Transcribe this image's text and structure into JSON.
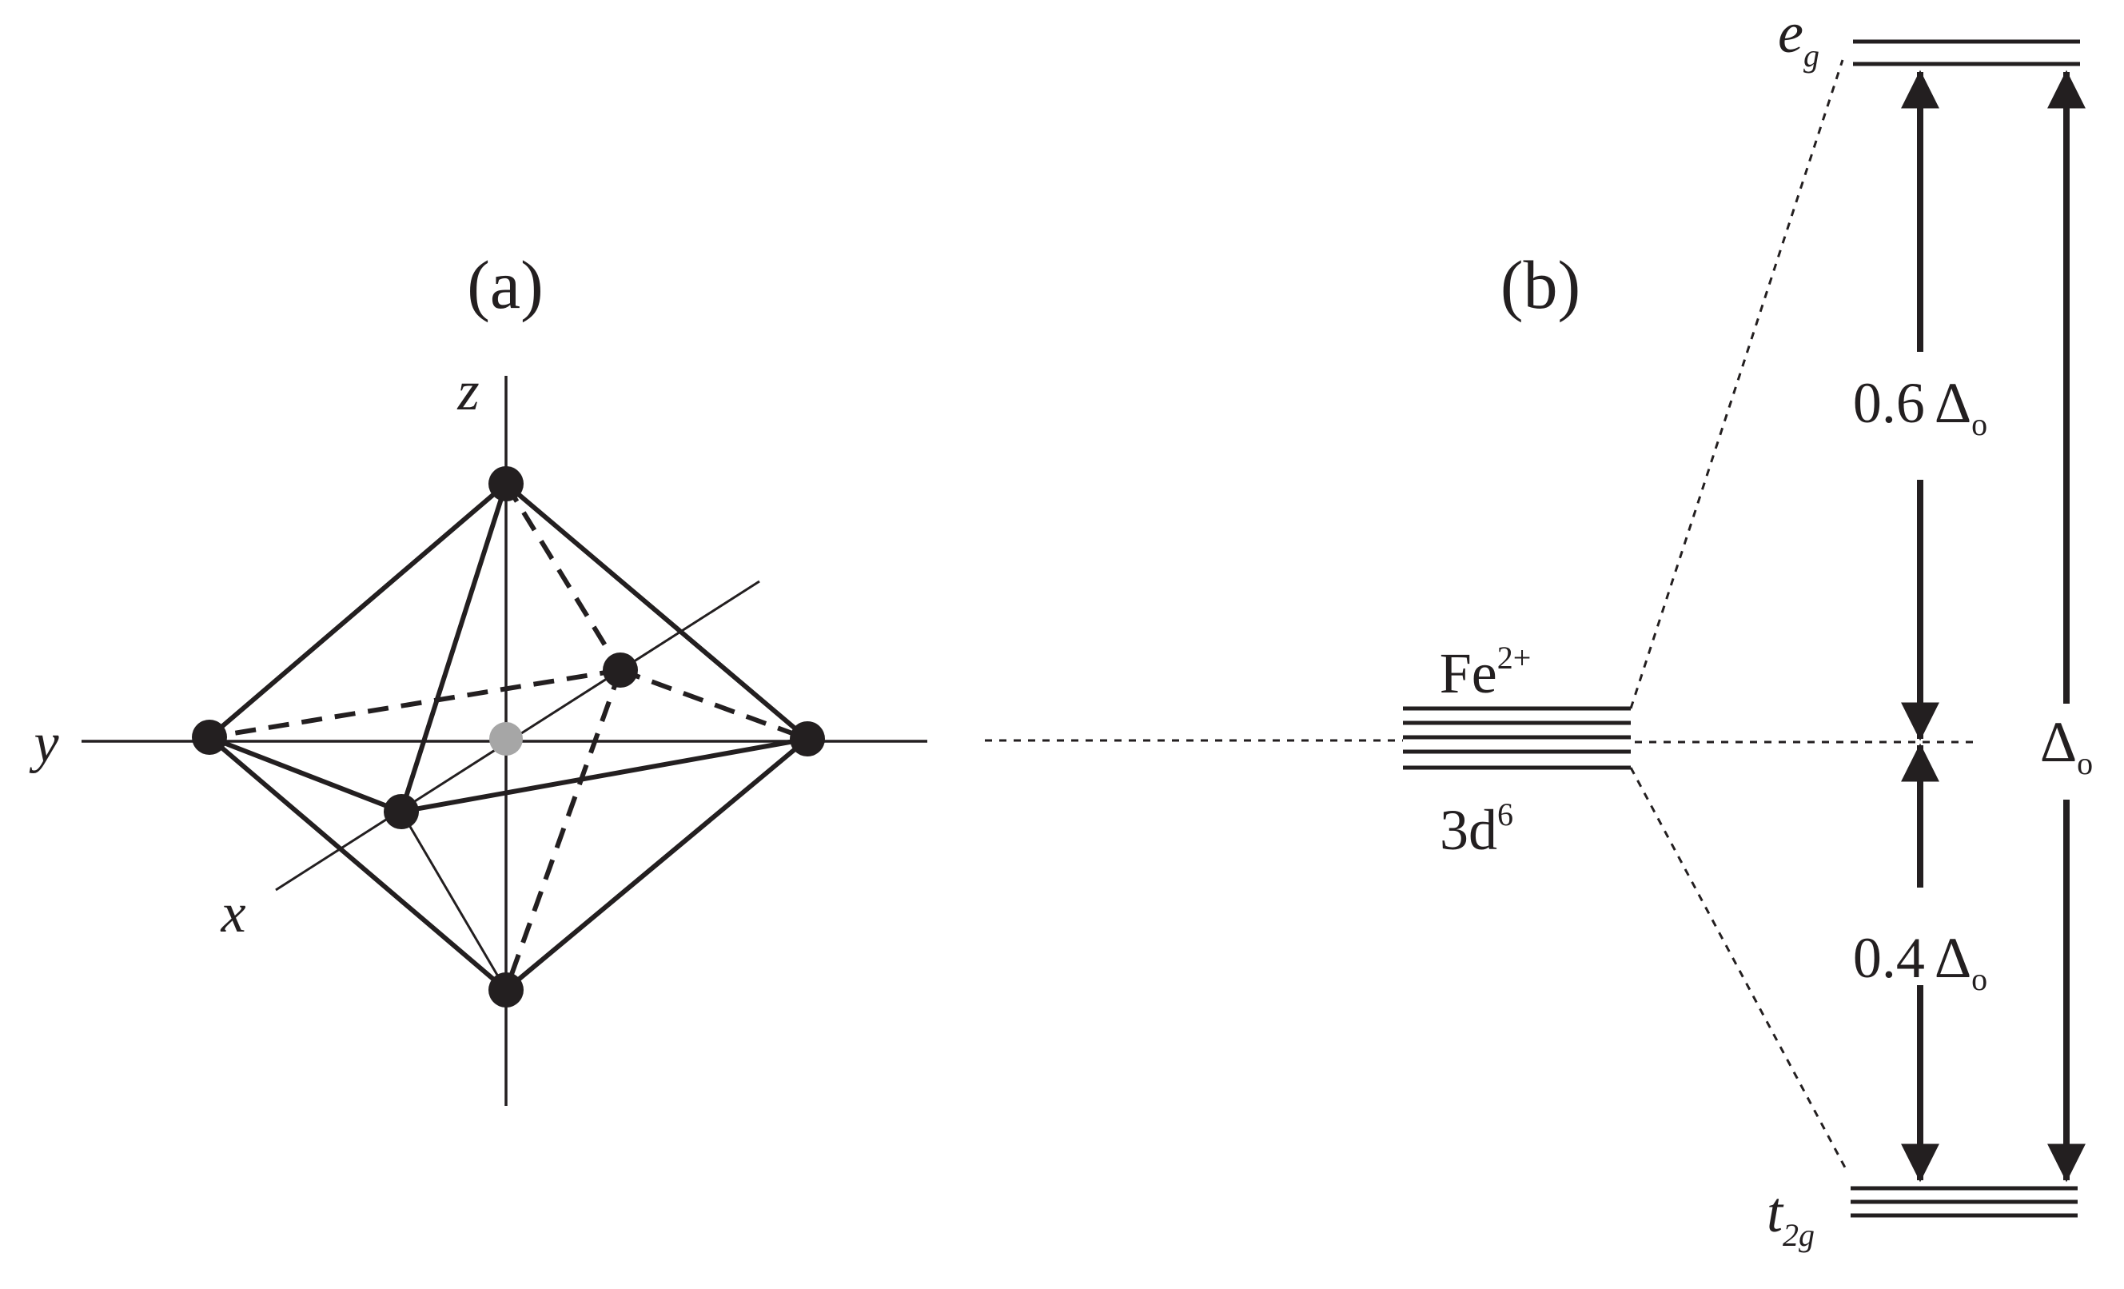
{
  "panel_a": {
    "label": "(a)",
    "axes": {
      "x": "x",
      "y": "y",
      "z": "z"
    }
  },
  "panel_b": {
    "label": "(b)",
    "ion": {
      "base": "Fe",
      "charge": "2+"
    },
    "configuration": {
      "base": "3d",
      "exponent": "6"
    },
    "eg": {
      "base": "e",
      "sub": "g",
      "degeneracy": 2
    },
    "t2g": {
      "base": "t",
      "sub": "2g",
      "degeneracy": 3
    },
    "free_ion_degeneracy": 5,
    "upper_gap": {
      "coef": "0.6",
      "symbol": "Δ",
      "sub": "o"
    },
    "lower_gap": {
      "coef": "0.4",
      "symbol": "Δ",
      "sub": "o"
    },
    "total_gap": {
      "symbol": "Δ",
      "sub": "o"
    }
  },
  "colors": {
    "ink": "#231f20",
    "center_atom": "#a6a6a6",
    "background": "#ffffff"
  }
}
